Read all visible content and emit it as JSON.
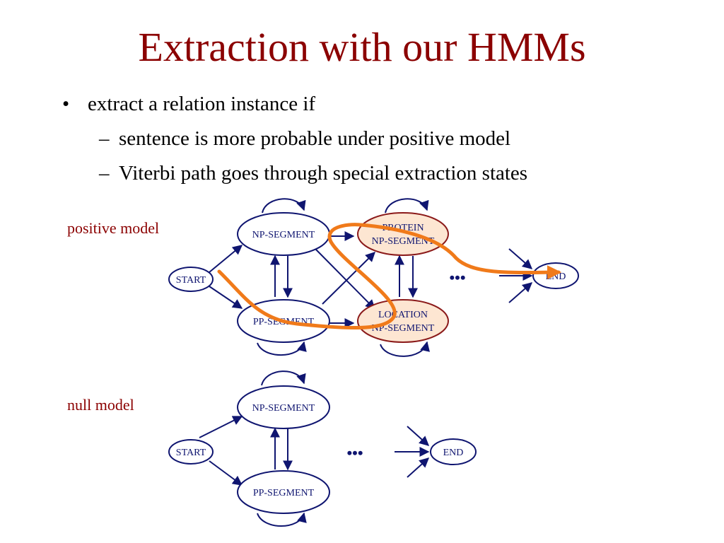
{
  "slide": {
    "title": "Extraction with our HMMs",
    "bullets": [
      {
        "text": "extract a relation instance if",
        "level": 1
      },
      {
        "text": "sentence is more probable under positive model",
        "level": 2
      },
      {
        "text": "Viterbi path goes through special extraction states",
        "level": 2
      }
    ]
  },
  "positive_model": {
    "label": "positive model",
    "states": {
      "start": "START",
      "np": "NP-SEGMENT",
      "pp": "PP-SEGMENT",
      "protein_line1": "PROTEIN",
      "protein_line2": "NP-SEGMENT",
      "location_line1": "LOCATION",
      "location_line2": "NP-SEGMENT",
      "end": "END"
    },
    "ellipsis": "•••"
  },
  "null_model": {
    "label": "null model",
    "states": {
      "start": "START",
      "np": "NP-SEGMENT",
      "pp": "PP-SEGMENT",
      "end": "END"
    },
    "ellipsis": "•••"
  },
  "colors": {
    "title": "#8b0000",
    "node_stroke": "#0f1570",
    "special_fill": "#fde6d2",
    "special_stroke": "#8b1a1a",
    "viterbi_path": "#f07a1a"
  }
}
